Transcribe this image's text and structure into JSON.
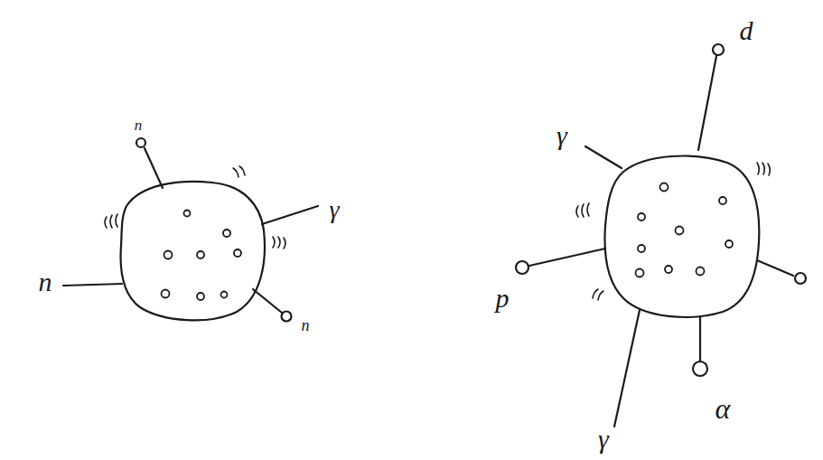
{
  "diagram": {
    "labels": [
      "n",
      "n",
      "γ",
      "n",
      "d",
      "γ",
      "p",
      "γ",
      "α"
    ]
  }
}
